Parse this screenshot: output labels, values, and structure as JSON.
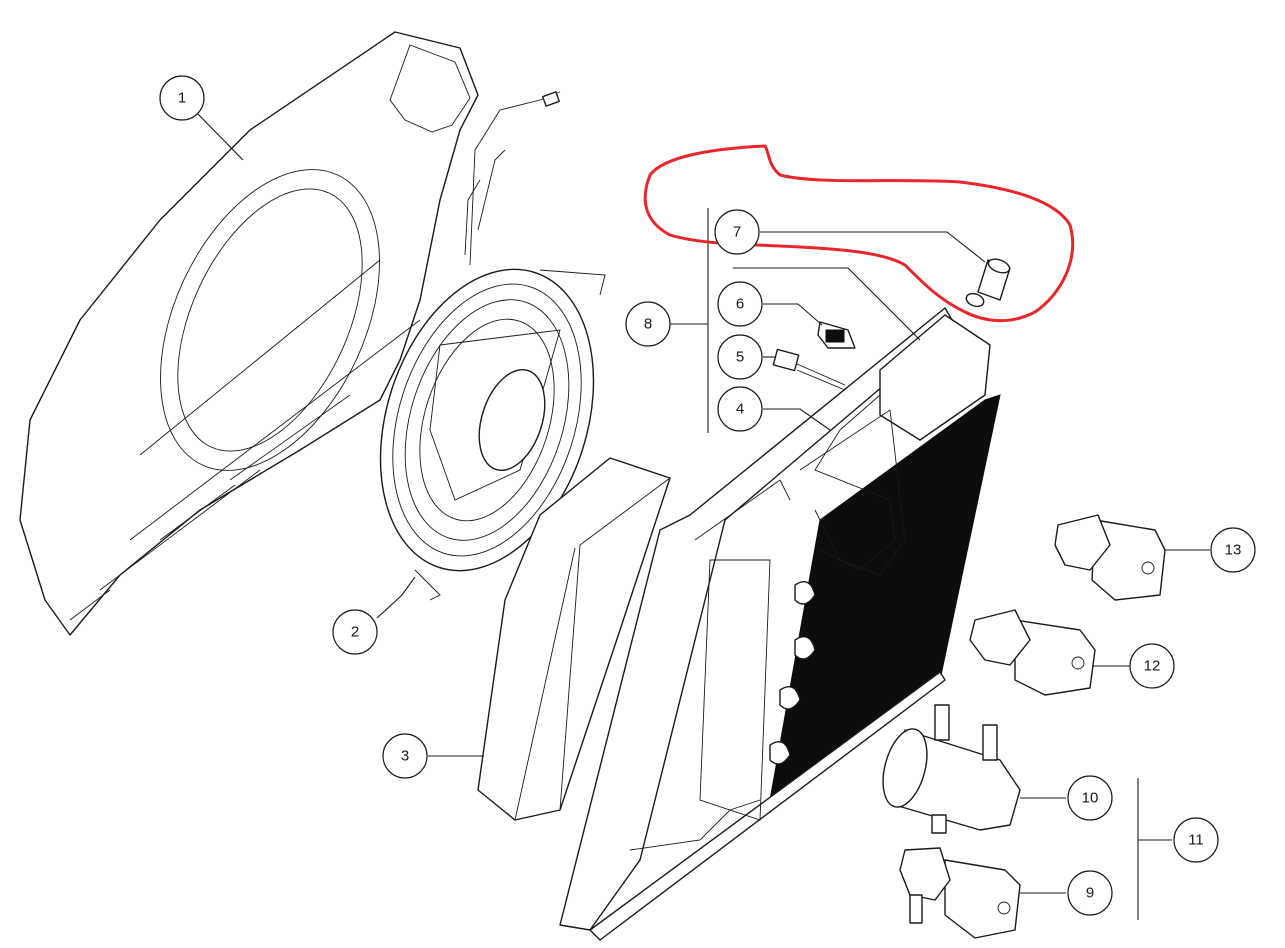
{
  "diagram": {
    "callouts": [
      {
        "id": "c1",
        "label": "1"
      },
      {
        "id": "c2",
        "label": "2"
      },
      {
        "id": "c3",
        "label": "3"
      },
      {
        "id": "c4",
        "label": "4"
      },
      {
        "id": "c5",
        "label": "5"
      },
      {
        "id": "c6",
        "label": "6"
      },
      {
        "id": "c7",
        "label": "7"
      },
      {
        "id": "c8",
        "label": "8"
      },
      {
        "id": "c9",
        "label": "9"
      },
      {
        "id": "c10",
        "label": "10"
      },
      {
        "id": "c11",
        "label": "11"
      },
      {
        "id": "c12",
        "label": "12"
      },
      {
        "id": "c13",
        "label": "13"
      }
    ],
    "highlight_color": "#e8262b",
    "line_color": "#1a1a1a",
    "fin_color": "#0d0d0d"
  }
}
